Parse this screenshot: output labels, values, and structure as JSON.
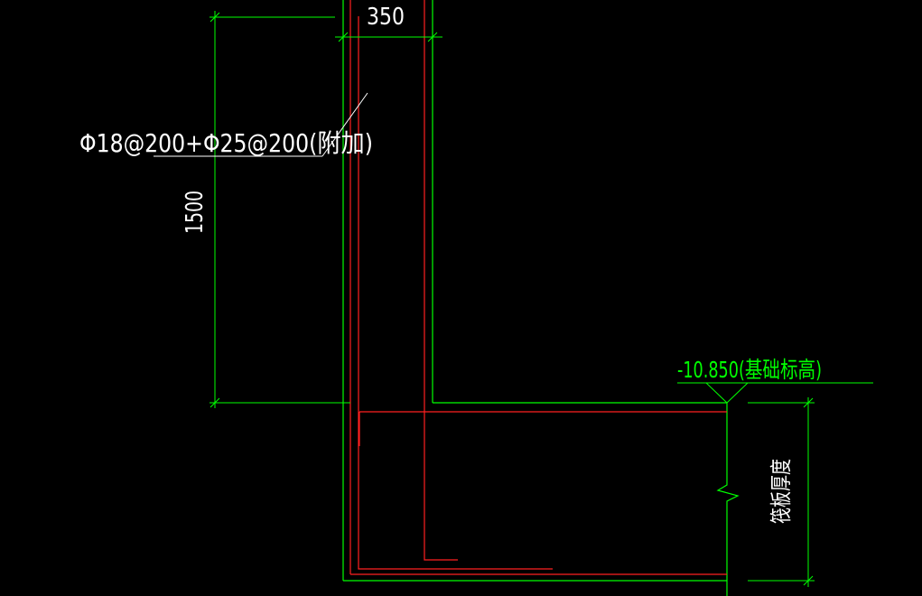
{
  "colors": {
    "background": "#000000",
    "structure_line": "#00ff00",
    "rebar_line": "#ff2020",
    "annotation_text": "#ffffff",
    "elevation_text": "#00ff00",
    "leader_line": "#ffffff"
  },
  "dimensions": {
    "wall_thickness": "350",
    "added_rebar_length": "1500"
  },
  "annotations": {
    "rebar_callout": "Φ18@200+Φ25@200(附加)",
    "foundation_elevation": "-10.850(基础标高)",
    "raft_thickness": "筏板厚度"
  }
}
